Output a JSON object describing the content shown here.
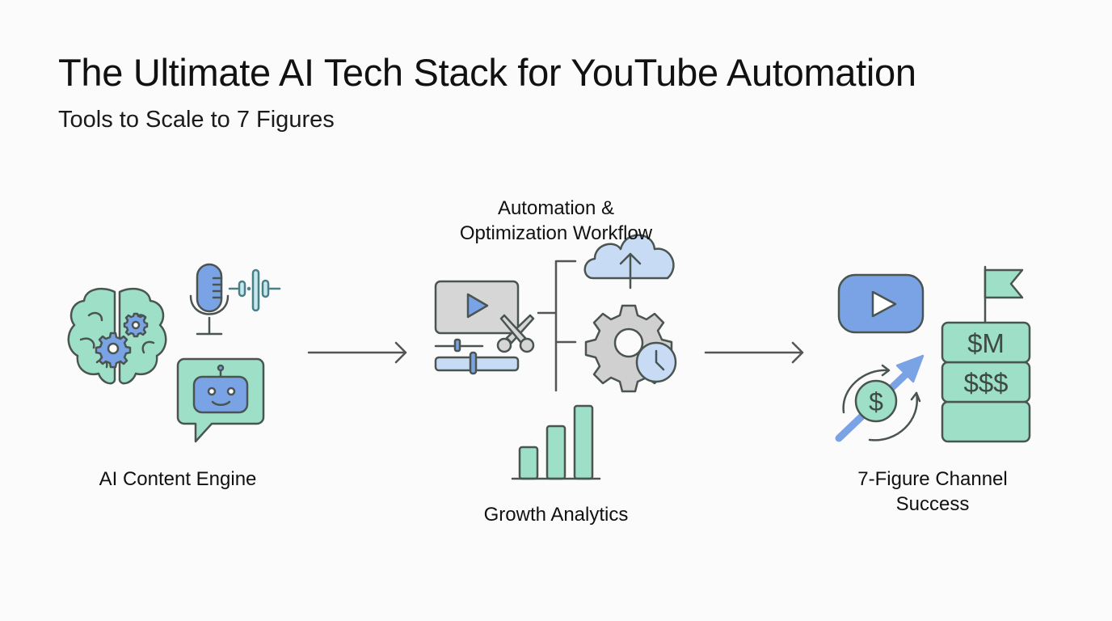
{
  "header": {
    "title": "The Ultimate AI Tech Stack for YouTube Automation",
    "subtitle": "Tools to Scale to 7 Figures"
  },
  "stages": [
    {
      "label": "AI Content Engine",
      "icons": [
        "brain-gears-icon",
        "microphone-icon",
        "soundwave-icon",
        "robot-chat-icon"
      ]
    },
    {
      "label_line1": "Automation &",
      "label_line2": "Optimization Workflow",
      "icons": [
        "video-editor-icon",
        "scissors-icon",
        "cloud-upload-icon",
        "gear-clock-icon"
      ]
    },
    {
      "label": "Growth Analytics",
      "icons": [
        "bar-chart-icon"
      ]
    },
    {
      "label_line1": "7-Figure Channel",
      "label_line2": "Success",
      "icons": [
        "youtube-play-icon",
        "dollar-growth-icon",
        "money-stack-icon",
        "flag-icon"
      ]
    }
  ],
  "money_stack": {
    "top": "$M",
    "middle": "$$$"
  },
  "colors": {
    "green": "#9edfc8",
    "blue": "#7aa3e5",
    "light_blue": "#c7dbf5",
    "gray": "#d0d0d0",
    "stroke": "#4a5450"
  }
}
